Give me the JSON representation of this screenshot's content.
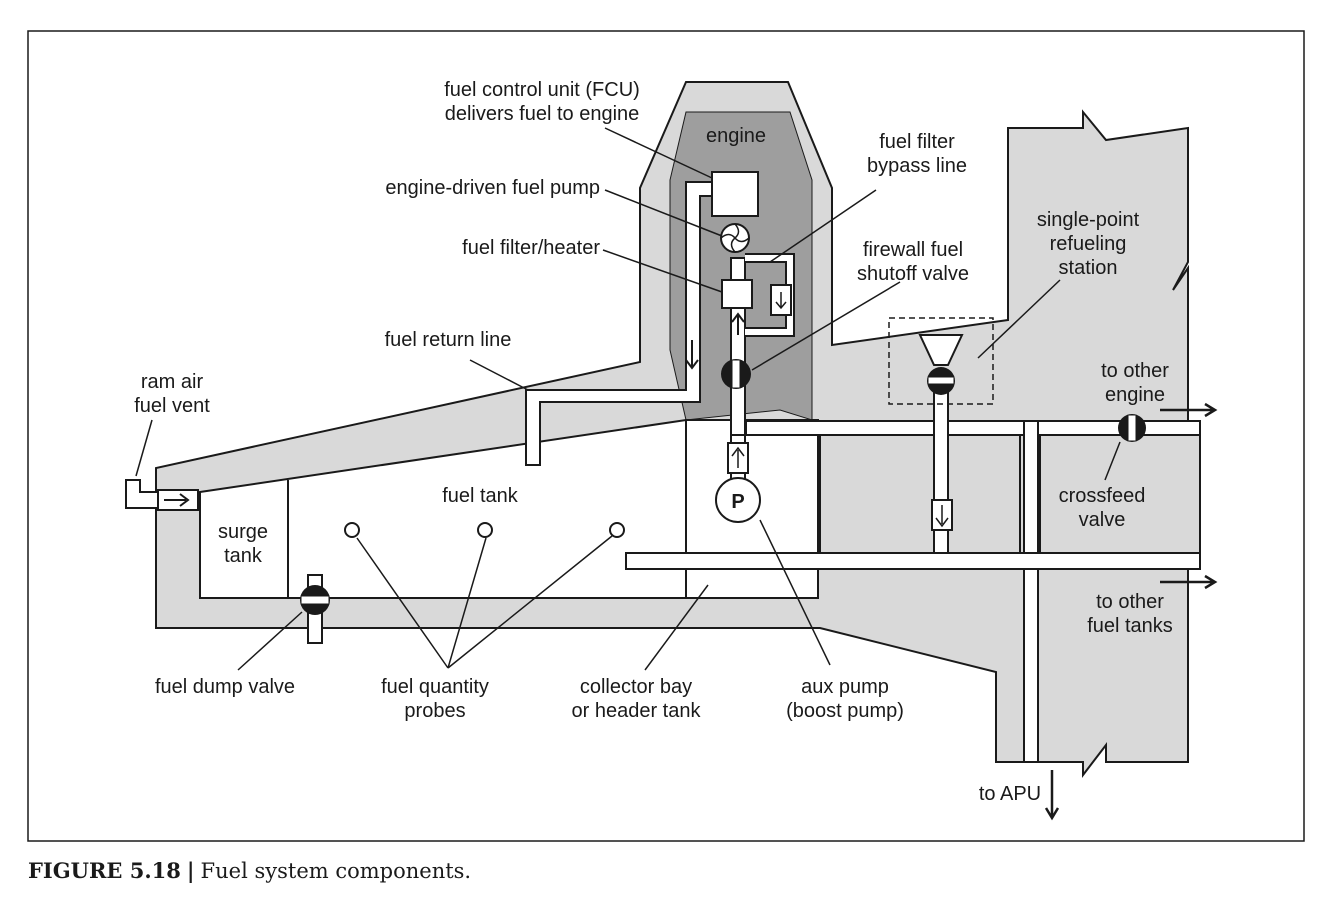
{
  "labels": {
    "fcu": [
      "fuel control unit (FCU)",
      "delivers fuel to engine"
    ],
    "engine": "engine",
    "fuel_filter_bypass": [
      "fuel filter",
      "bypass line"
    ],
    "engine_driven_pump": "engine-driven fuel pump",
    "fuel_filter_heater": "fuel filter/heater",
    "single_point_refueling": [
      "single-point",
      "refueling",
      "station"
    ],
    "firewall_valve": [
      "firewall fuel",
      "shutoff valve"
    ],
    "fuel_return_line": "fuel return line",
    "ram_air_vent": [
      "ram air",
      "fuel vent"
    ],
    "to_other_engine": [
      "to other",
      "engine"
    ],
    "fuel_tank": "fuel tank",
    "surge_tank": [
      "surge",
      "tank"
    ],
    "pump_symbol": "P",
    "crossfeed_valve": [
      "crossfeed",
      "valve"
    ],
    "to_other_fuel_tanks": [
      "to other",
      "fuel tanks"
    ],
    "fuel_dump_valve": "fuel dump valve",
    "fuel_quantity_probes": [
      "fuel quantity",
      "probes"
    ],
    "collector_bay": [
      "collector bay",
      "or header tank"
    ],
    "aux_pump": [
      "aux pump",
      "(boost pump)"
    ],
    "to_apu": "to APU"
  },
  "caption": {
    "figure": "FIGURE 5.18",
    "separator": "|",
    "text": "Fuel system components."
  },
  "colors": {
    "light_gray": "#d9d9d9",
    "dark_gray": "#9e9e9e",
    "outline": "#1a1a1a",
    "background": "#ffffff"
  }
}
